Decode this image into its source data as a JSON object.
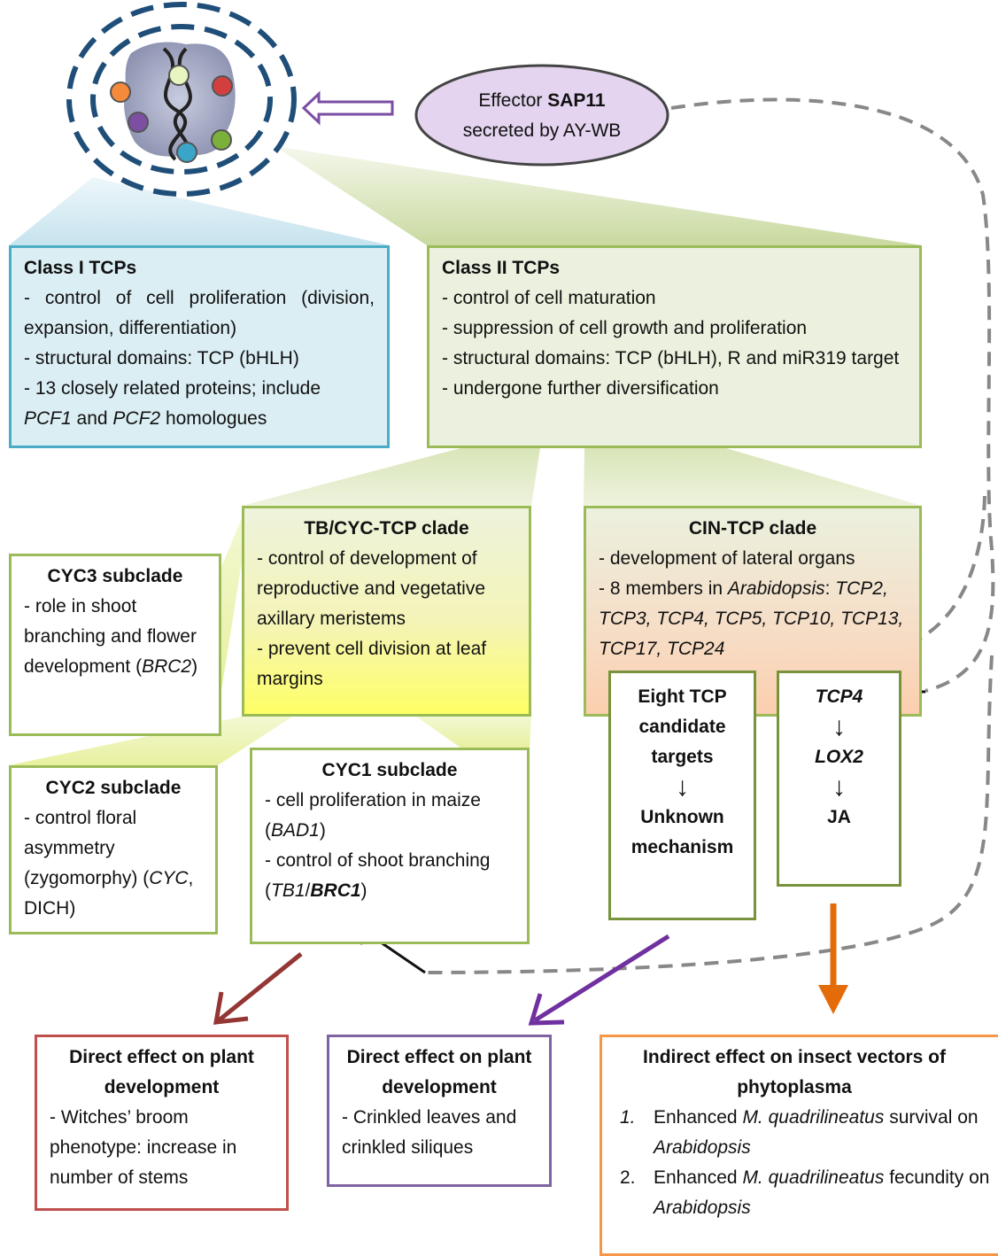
{
  "effector": {
    "prefix": "Effector",
    "name": "SAP11",
    "line2": "secreted by AY-WB"
  },
  "class1": {
    "title": "Class I TCPs",
    "lines": [
      "- control of cell proliferation (division, expansion, differentiation)",
      "- structural domains: TCP (bHLH)",
      "- 13 closely related proteins; include"
    ],
    "homologues": {
      "gene1": "PCF1",
      "and": "and",
      "gene2": "PCF2",
      "suffix": "homologues"
    }
  },
  "class2": {
    "title": "Class II TCPs",
    "lines": [
      "- control of cell maturation",
      "- suppression of cell growth and proliferation",
      "- structural domains: TCP (bHLH), R and miR319 target",
      "- undergone further diversification"
    ]
  },
  "tbcyc": {
    "title": "TB/CYC-TCP clade",
    "lines": [
      "- control of development of reproductive and vegetative axillary meristems",
      "- prevent cell division at leaf margins"
    ]
  },
  "cin": {
    "title": "CIN-TCP clade",
    "line1": "- development of lateral organs",
    "members_prefix": "- 8 members in",
    "organism": "Arabidopsis",
    "members": "TCP2, TCP3, TCP4, TCP5, TCP10, TCP13, TCP17, TCP24"
  },
  "cyc3": {
    "title": "CYC3 subclade",
    "text": "- role in shoot branching and flower development",
    "gene": "BRC2"
  },
  "cyc2": {
    "title": "CYC2 subclade",
    "text": "- control floral asymmetry (zygomorphy)",
    "gene": "CYC",
    "gene2": "DICH"
  },
  "cyc1": {
    "title": "CYC1 subclade",
    "line1": "- cell proliferation in maize",
    "gene1": "BAD1",
    "line2": "- control of shoot branching",
    "gene2": "TB1",
    "gene3": "BRC1"
  },
  "eight": {
    "l1": "Eight TCP",
    "l2": "candidate",
    "l3": "targets",
    "l4": "Unknown",
    "l5": "mechanism"
  },
  "chain": {
    "tcp4": "TCP4",
    "lox2": "LOX2",
    "ja": "JA"
  },
  "effect1": {
    "title": "Direct effect on plant development",
    "text": "- Witches’ broom phenotype: increase in number of stems"
  },
  "effect2": {
    "title": "Direct effect on plant development",
    "text": "- Crinkled leaves and crinkled siliques"
  },
  "effect3": {
    "title": "Indirect effect on insect vectors of phytoplasma",
    "items": [
      {
        "num": "1.",
        "pre": "Enhanced",
        "species": "M. quadrilineatus",
        "post": "survival on",
        "org": "Arabidopsis"
      },
      {
        "num": "2.",
        "pre": "Enhanced",
        "species": "M. quadrilineatus",
        "post": "fecundity on",
        "org": "Arabidopsis"
      }
    ]
  },
  "colors": {
    "class1_fill": "#dbeef4",
    "class1_border": "#4bacc6",
    "class2_fill": "#ebf1de",
    "green_border": "#9bbb59",
    "red": "#c0504d",
    "purple": "#8064a2",
    "orange": "#f79646",
    "ellipse_fill": "#e4d4ef",
    "nucleus_ring": "#1f4e79"
  }
}
